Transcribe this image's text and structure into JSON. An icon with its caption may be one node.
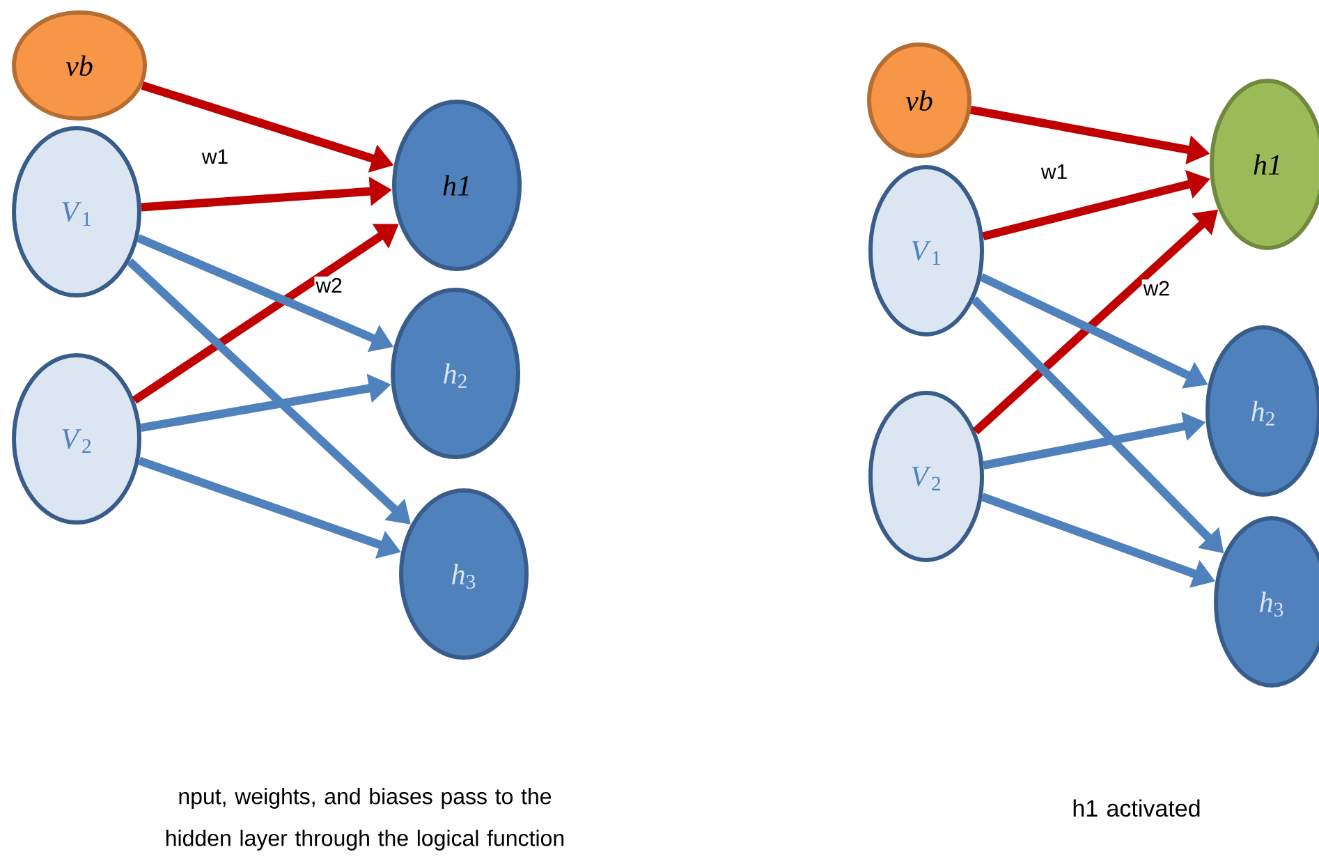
{
  "diagram": {
    "nodes": [
      {
        "text": [
          "vb"
        ]
      },
      {
        "text": [
          "*V*$_{1}$"
        ]
      },
      {
        "text": [
          "*V*$_{2}$"
        ]
      },
      {
        "text": [
          "h1"
        ]
      },
      {
        "text": [
          "*h*$_{2}$"
        ]
      },
      {
        "text": [
          "*h*$_{3}$"
        ]
      },
      {
        "text": [
          "vb"
        ]
      },
      {
        "text": [
          "*V*$_{1}$"
        ]
      },
      {
        "text": [
          "*V*$_{2}$"
        ]
      },
      {
        "text": [
          "h1"
        ]
      },
      {
        "text": [
          "*h*$_{2}$"
        ]
      },
      {
        "text": [
          "*h*$_{3}$"
        ]
      }
    ],
    "edges": [
      {
        "from": 0,
        "to": 3,
        "arrow": "to",
        "color": "#c00000"
      },
      {
        "from": 1,
        "to": 3,
        "arrow": "to",
        "color": "#c00000",
        "label": "w1"
      },
      {
        "from": 2,
        "to": 3,
        "arrow": "to",
        "color": "#c00000",
        "label": "w2"
      },
      {
        "from": 1,
        "to": 4,
        "arrow": "to"
      },
      {
        "from": 1,
        "to": 5,
        "arrow": "to"
      },
      {
        "from": 2,
        "to": 4,
        "arrow": "to"
      },
      {
        "from": 2,
        "to": 5,
        "arrow": "to"
      },
      {
        "from": 6,
        "to": 9,
        "arrow": "to",
        "color": "#c00000"
      },
      {
        "from": 7,
        "to": 9,
        "arrow": "to",
        "color": "#c00000",
        "label": "w1"
      },
      {
        "from": 8,
        "to": 9,
        "arrow": "to",
        "color": "#c00000",
        "label": "w2"
      },
      {
        "from": 7,
        "to": 10,
        "arrow": "to"
      },
      {
        "from": 7,
        "to": 11,
        "arrow": "to"
      },
      {
        "from": 8,
        "to": 10,
        "arrow": "to"
      },
      {
        "from": 8,
        "to": 11,
        "arrow": "to"
      }
    ],
    "labels": [
      "nput, weights, and biases pass to the hidden layer through the logical function",
      "h1 activated"
    ]
  }
}
